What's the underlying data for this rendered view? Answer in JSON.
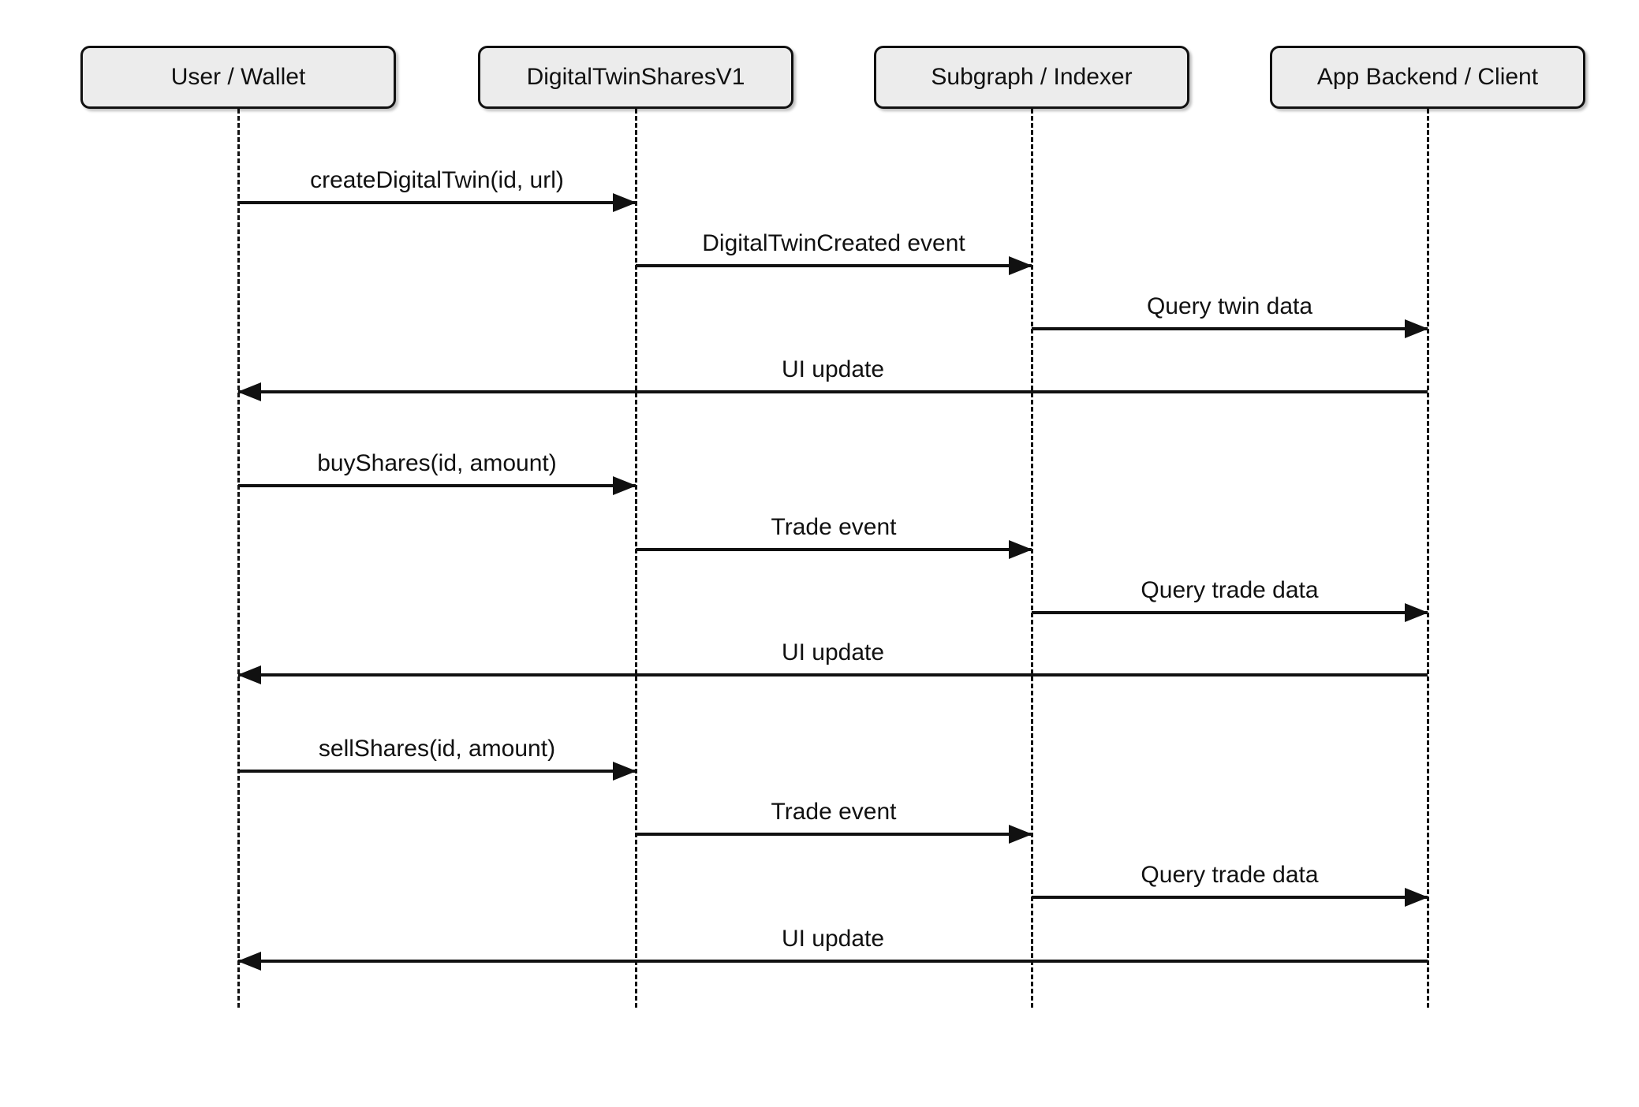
{
  "diagram": {
    "type": "sequence",
    "colors": {
      "stroke": "#111111",
      "actor_fill": "#ececec",
      "background": "#ffffff"
    },
    "actors": [
      {
        "id": "user-wallet",
        "label": "User / Wallet"
      },
      {
        "id": "digital-twin-shares",
        "label": "DigitalTwinSharesV1"
      },
      {
        "id": "subgraph-indexer",
        "label": "Subgraph / Indexer"
      },
      {
        "id": "app-backend-client",
        "label": "App Backend / Client"
      }
    ],
    "messages": [
      {
        "label": "createDigitalTwin(id, url)",
        "from": 0,
        "to": 1
      },
      {
        "label": "DigitalTwinCreated event",
        "from": 1,
        "to": 2
      },
      {
        "label": "Query twin data",
        "from": 2,
        "to": 3
      },
      {
        "label": "UI update",
        "from": 3,
        "to": 0
      },
      {
        "label": "buyShares(id, amount)",
        "from": 0,
        "to": 1
      },
      {
        "label": "Trade event",
        "from": 1,
        "to": 2
      },
      {
        "label": "Query trade data",
        "from": 2,
        "to": 3
      },
      {
        "label": "UI update",
        "from": 3,
        "to": 0
      },
      {
        "label": "sellShares(id, amount)",
        "from": 0,
        "to": 1
      },
      {
        "label": "Trade event",
        "from": 1,
        "to": 2
      },
      {
        "label": "Query trade data",
        "from": 2,
        "to": 3
      },
      {
        "label": "UI update",
        "from": 3,
        "to": 0
      }
    ]
  }
}
